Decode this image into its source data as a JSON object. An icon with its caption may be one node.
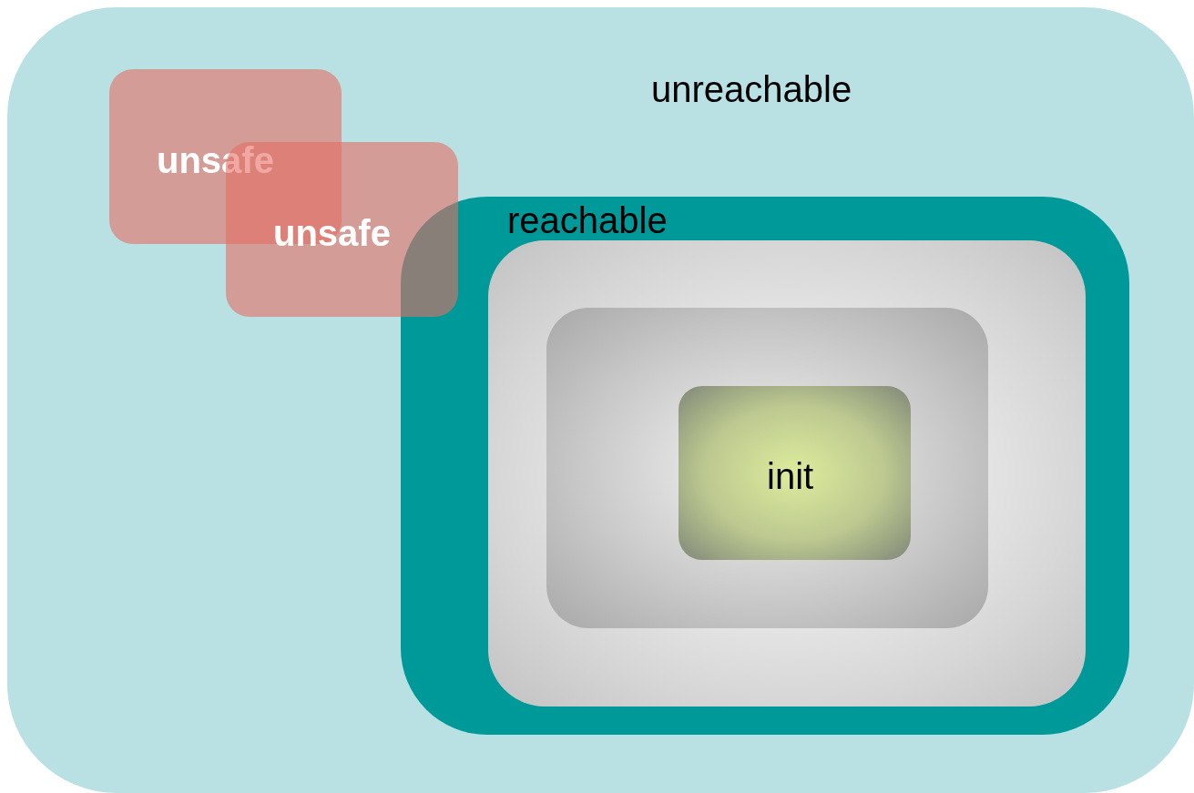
{
  "diagram": {
    "nodes": [
      {
        "text": [
          "unreachable"
        ]
      },
      {
        "text": [
          "unsafe"
        ],
        "in": 0
      },
      {
        "text": [
          "unsafe"
        ],
        "in": 0
      },
      {
        "text": [
          "reachable"
        ],
        "in": 0
      },
      {
        "text": [],
        "shape": "box",
        "in": 3
      },
      {
        "text": [],
        "shape": "box",
        "in": 4
      },
      {
        "text": [
          "init"
        ],
        "in": 5
      }
    ]
  }
}
